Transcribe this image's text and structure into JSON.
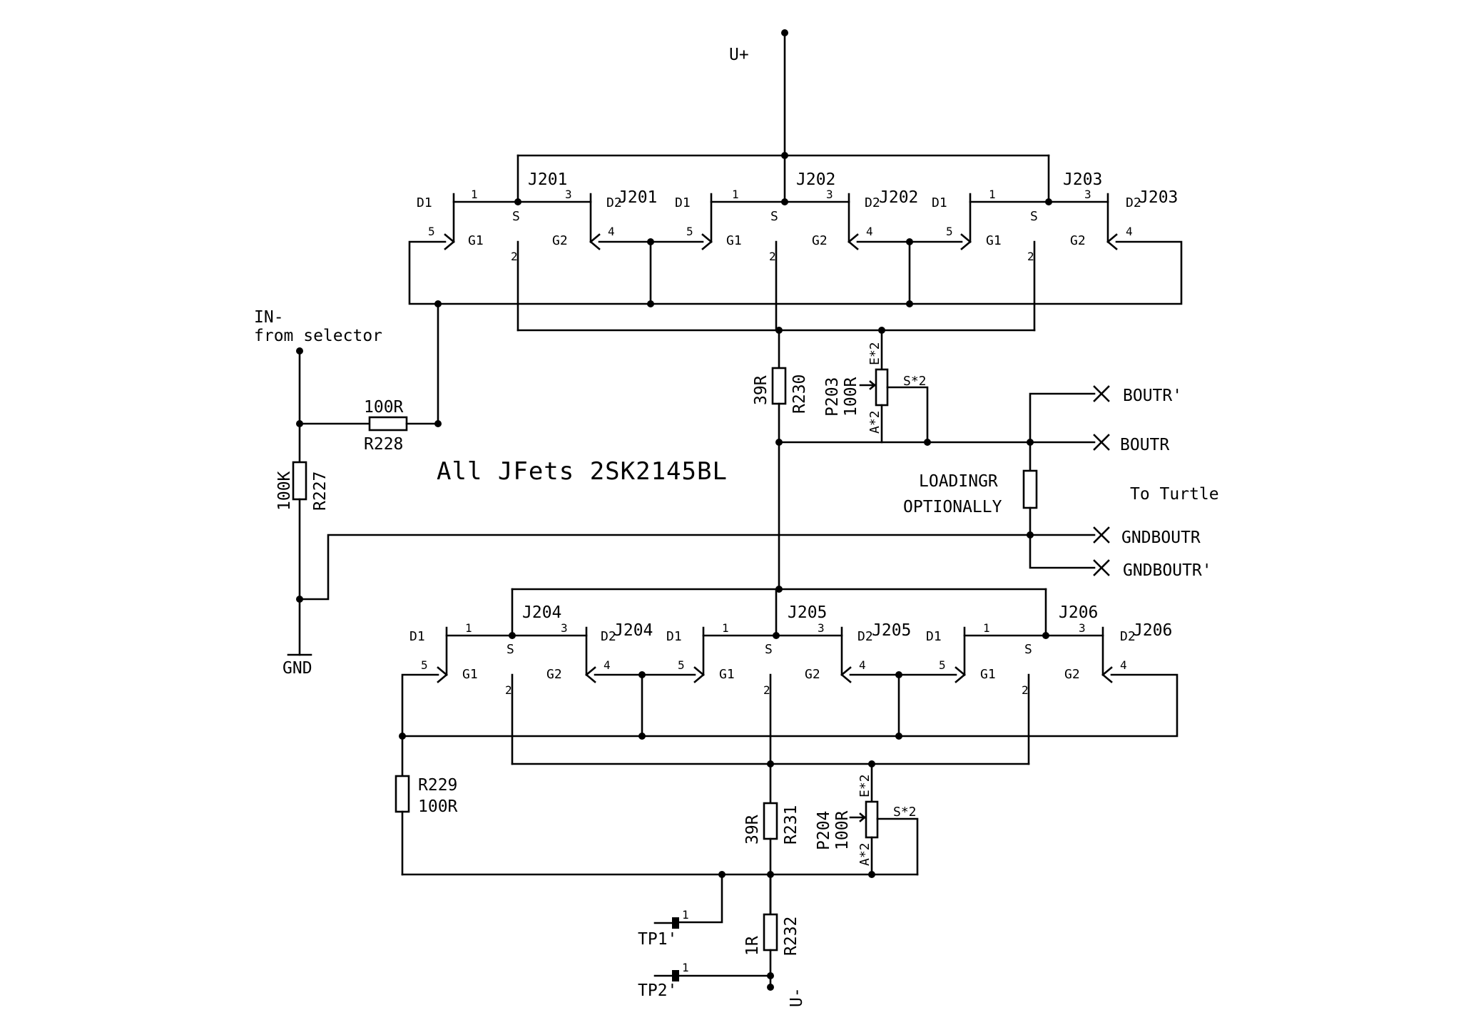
{
  "schematic": {
    "note": "All JFets 2SK2145BL",
    "supply_pos": "U+",
    "supply_neg": "U-",
    "gnd": "GND",
    "input": {
      "line1": "IN-",
      "line2": "from selector"
    },
    "to_turtle": "To Turtle",
    "loading": {
      "line1": "LOADINGR",
      "line2": "OPTIONALLY"
    },
    "outputs": [
      "BOUTR'",
      "BOUTR",
      "GNDBOUTR",
      "GNDBOUTR'"
    ],
    "resistors": {
      "r228": {
        "ref": "R228",
        "value": "100R"
      },
      "r227": {
        "ref": "R227",
        "value": "100K"
      },
      "r230": {
        "ref": "R230",
        "value": "39R"
      },
      "r229": {
        "ref": "R229",
        "value": "100R"
      },
      "r231": {
        "ref": "R231",
        "value": "39R"
      },
      "r232": {
        "ref": "R232",
        "value": "1R"
      }
    },
    "pots": {
      "p203": {
        "ref": "P203",
        "value": "100R",
        "e": "E*2",
        "a": "A*2",
        "s": "S*2"
      },
      "p204": {
        "ref": "P204",
        "value": "100R",
        "e": "E*2",
        "a": "A*2",
        "s": "S*2"
      }
    },
    "testpoints": [
      "TP1'",
      "TP2'"
    ],
    "jfets_top": [
      "J201",
      "J202",
      "J203"
    ],
    "jfets_bottom": [
      "J204",
      "J205",
      "J206"
    ],
    "pin_labels": {
      "d1": "D1",
      "d2": "D2",
      "g1": "G1",
      "g2": "G2",
      "s": "S",
      "p1": "1",
      "p2": "2",
      "p3": "3",
      "p4": "4",
      "p5": "5"
    }
  }
}
